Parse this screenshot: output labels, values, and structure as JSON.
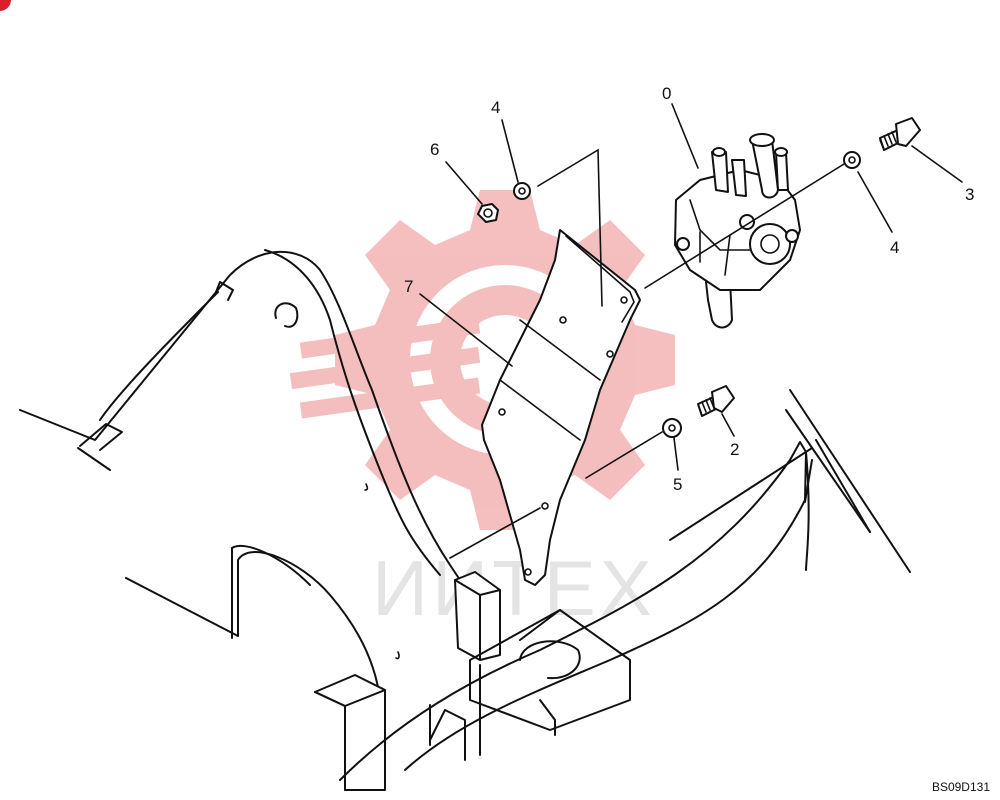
{
  "diagram_code": "BS09D131",
  "watermark": {
    "text": "ИИТЕХ",
    "gear_color": "#f5b5b5",
    "text_color": "#e6e6e6"
  },
  "corner_marker_color": "#d8202c",
  "callouts": [
    {
      "id": "0",
      "label": "0"
    },
    {
      "id": "2",
      "label": "2"
    },
    {
      "id": "3",
      "label": "3"
    },
    {
      "id": "4a",
      "label": "4"
    },
    {
      "id": "4b",
      "label": "4"
    },
    {
      "id": "5",
      "label": "5"
    },
    {
      "id": "6",
      "label": "6"
    },
    {
      "id": "7",
      "label": "7"
    }
  ]
}
